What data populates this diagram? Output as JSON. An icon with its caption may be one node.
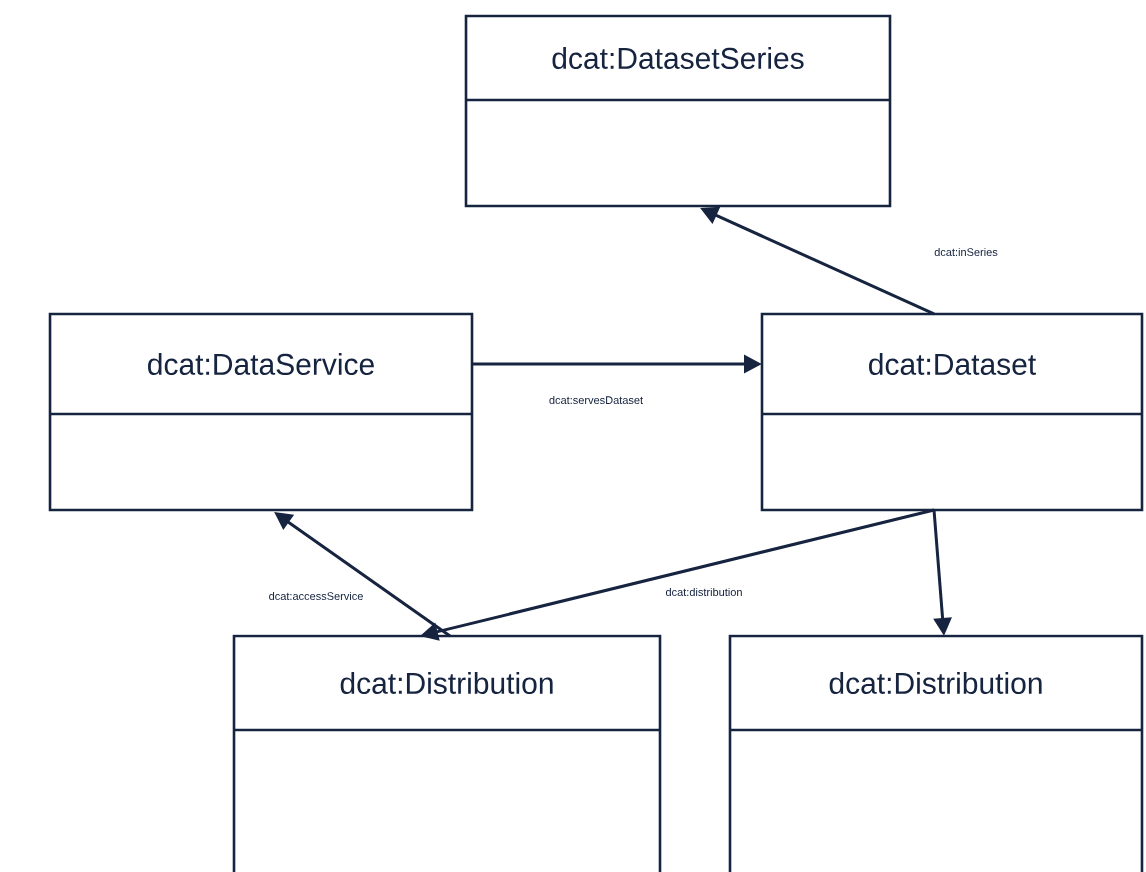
{
  "diagram": {
    "nodes": [
      {
        "text": [
          "dcat:DatasetSeries"
        ]
      },
      {
        "text": [
          "dcat:DataService"
        ]
      },
      {
        "text": [
          "dcat:Dataset"
        ]
      },
      {
        "text": [
          "dcat:Distribution"
        ]
      },
      {
        "text": [
          "dcat:Distribution"
        ]
      }
    ],
    "edges": [
      {
        "from": 2,
        "to": 0,
        "arrow": "to",
        "label": "dcat:inSeries"
      },
      {
        "from": 1,
        "to": 2,
        "arrow": "to",
        "label": "dcat:servesDataset"
      },
      {
        "from": 3,
        "to": 1,
        "arrow": "to",
        "label": "dcat:accessService"
      },
      {
        "from": 2,
        "to": 3,
        "arrow": "to",
        "label": "dcat:distribution"
      },
      {
        "from": 2,
        "to": 4,
        "arrow": "to"
      }
    ]
  }
}
